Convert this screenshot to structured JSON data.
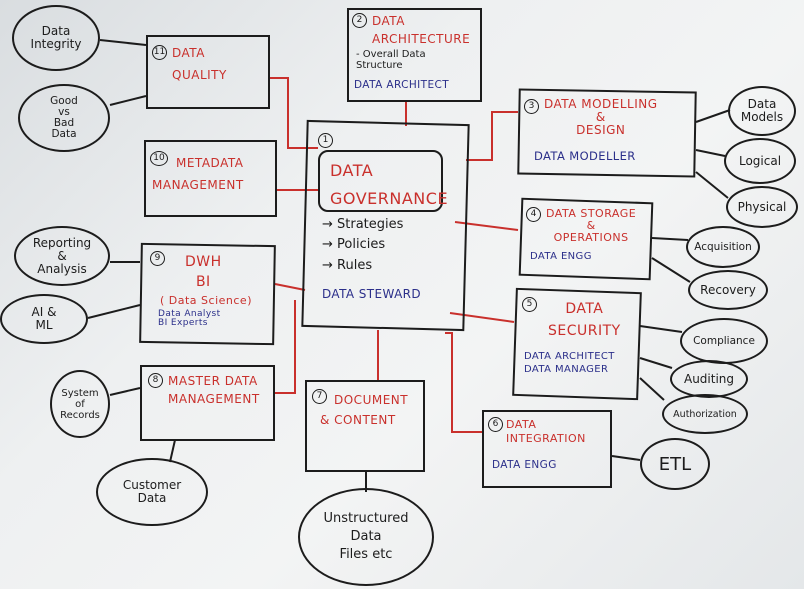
{
  "center": {
    "number": "1",
    "title": "DATA\nGOVERNANCE",
    "items": [
      "→ Strategies",
      "→ Policies",
      "→ Rules"
    ],
    "role": "DATA STEWARD"
  },
  "nodes": {
    "architecture": {
      "number": "2",
      "title": "DATA\nARCHITECTURE",
      "subtitle": "- Overall Data\n  Structure",
      "role": "DATA ARCHITECT"
    },
    "modelling": {
      "number": "3",
      "title": "DATA MODELLING\n&\nDESIGN",
      "role": "DATA MODELLER"
    },
    "storage": {
      "number": "4",
      "title": "DATA STORAGE\n&\nOPERATIONS",
      "role": "DATA ENGG"
    },
    "security": {
      "number": "5",
      "title": "DATA\nSECURITY",
      "role": "DATA ARCHITECT\nDATA MANAGER"
    },
    "integration": {
      "number": "6",
      "title": "DATA\nINTEGRATION",
      "role": "DATA ENGG"
    },
    "document": {
      "number": "7",
      "title": "DOCUMENT\n& CONTENT"
    },
    "master": {
      "number": "8",
      "title": "MASTER DATA\nMANAGEMENT"
    },
    "dwh": {
      "number": "9",
      "title": "DWH\nBI",
      "subtitle": "( Data Science)",
      "role": "Data Analyst\nBI Experts"
    },
    "metadata": {
      "number": "10",
      "title": "METADATA\nMANAGEMENT"
    },
    "quality": {
      "number": "11",
      "title": "DATA\nQUALITY"
    }
  },
  "ellipses": {
    "integrity": "Data\nIntegrity",
    "goodbad": "Good\nvs\nBad\nData",
    "reporting": "Reporting\n&\nAnalysis",
    "aiml": "AI &\nML",
    "system": "System\nof\nRecords",
    "customer": "Customer\nData",
    "unstructured": "Unstructured\nData\nFiles etc",
    "models": "Data\nModels",
    "logical": "Logical",
    "physical": "Physical",
    "acquisition": "Acquisition",
    "recovery": "Recovery",
    "compliance": "Compliance",
    "auditing": "Auditing",
    "authorization": "Authorization",
    "etl": "ETL"
  },
  "colors": {
    "red": "#c9302c",
    "blue": "#2b2f8a",
    "ink": "#1c1c1c"
  }
}
